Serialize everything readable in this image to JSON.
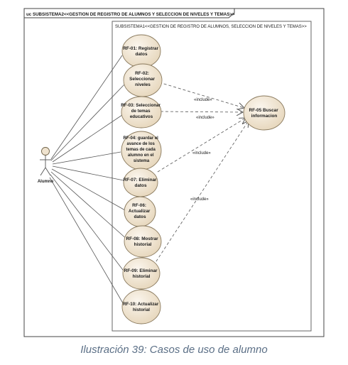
{
  "diagram": {
    "frame_title": "uc SUBSISTEMA2<<GESTION DE  REGISTRO DE ALUMNOS Y SELECCION DE NIVELES Y TEMAS>>",
    "boundary_title": "SUBSISTEMA1<<GESTION DE  REGISTRO DE ALUMNOS, SELECCION DE NIVELES Y TEMAS>>",
    "actor": "Alumno",
    "use_cases": [
      {
        "id": "rf01",
        "lines": [
          "RF-01: Registrar",
          "datos"
        ]
      },
      {
        "id": "rf02",
        "lines": [
          "RF-02:",
          "Seleccionar",
          "niveles"
        ]
      },
      {
        "id": "rf03",
        "lines": [
          "RF-03: Seleccionar",
          "de temas",
          "educativos"
        ]
      },
      {
        "id": "rf04",
        "lines": [
          "RF-04: guardar el",
          "avance de los",
          "temas de cada",
          "alumno en el",
          "sistema"
        ]
      },
      {
        "id": "rf07",
        "lines": [
          "RF-07: Eliminar",
          "datos"
        ]
      },
      {
        "id": "rf06",
        "lines": [
          "RF-06:",
          "Actualizar",
          "datos"
        ]
      },
      {
        "id": "rf08",
        "lines": [
          "RF-08: Mostrar",
          "historial"
        ]
      },
      {
        "id": "rf09",
        "lines": [
          "RF-09: Eliminar",
          "historial"
        ]
      },
      {
        "id": "rf10",
        "lines": [
          "RF-10: Actualizar",
          "historial"
        ]
      }
    ],
    "included_use_case": {
      "id": "rf05",
      "lines": [
        "RF-05 Buscar",
        "informacion"
      ]
    },
    "include_label": "«include»"
  },
  "caption": "Ilustración 39: Casos de uso de alumno",
  "colors": {
    "usecase_fill": "#efe3cf",
    "usecase_stroke": "#8a7a5e",
    "line": "#555555",
    "caption": "#5b6f86"
  }
}
